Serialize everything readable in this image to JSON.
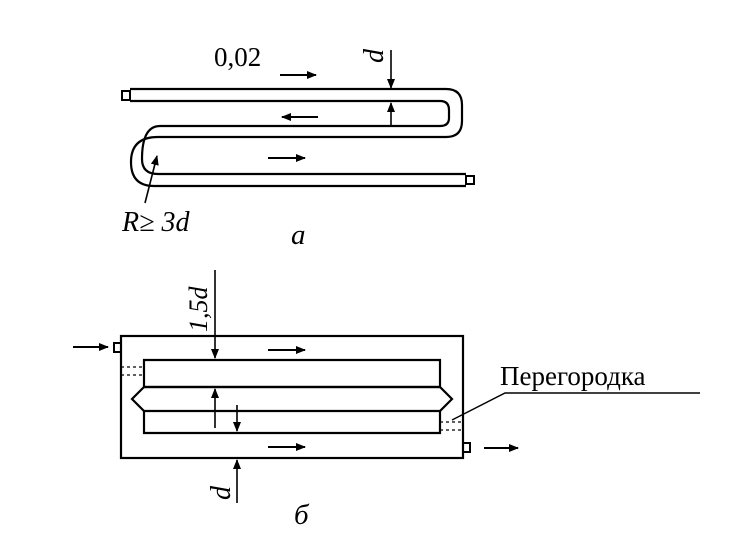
{
  "figure_a": {
    "gap_label": "0,02",
    "d_label": "d",
    "radius_label": "R≥ 3d",
    "caption": "а"
  },
  "figure_b": {
    "spacing_label": "1,5d",
    "d_label": "d",
    "partition_label": "Перегородка",
    "caption": "б"
  },
  "colors": {
    "ink": "#000000",
    "background": "#ffffff"
  }
}
